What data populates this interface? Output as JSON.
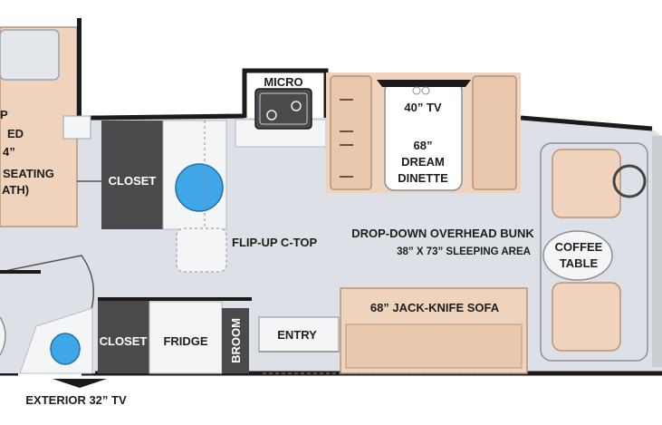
{
  "labels": {
    "micro": "MICRO",
    "tv40": "40” TV",
    "dinette_1": "68”",
    "dinette_2": "DREAM",
    "dinette_3": "DINETTE",
    "closet_top": "CLOSET",
    "closet_bottom": "CLOSET",
    "flip_up": "FLIP-UP C-TOP",
    "bunk_1": "DROP-DOWN OVERHEAD BUNK",
    "bunk_2": "38” X 73” SLEEPING AREA",
    "coffee_1": "COFFEE",
    "coffee_2": "TABLE",
    "sofa": "68” JACK-KNIFE SOFA",
    "fridge": "FRIDGE",
    "broom": "BROOM",
    "entry": "ENTRY",
    "ext_tv": "EXTERIOR 32” TV",
    "bed_1": "P",
    "bed_2": "ED",
    "bed_3": "4”",
    "bed_4": "SEATING",
    "bed_5": "ATH)"
  },
  "colors": {
    "floor": "#dde1e7",
    "wall": "#1b1b1b",
    "closet": "#4a4a4c",
    "tan": "#efd3bd",
    "tan_dark": "#d9b69a",
    "counter": "#f4f5f7",
    "sink": "#3fa7e8"
  }
}
